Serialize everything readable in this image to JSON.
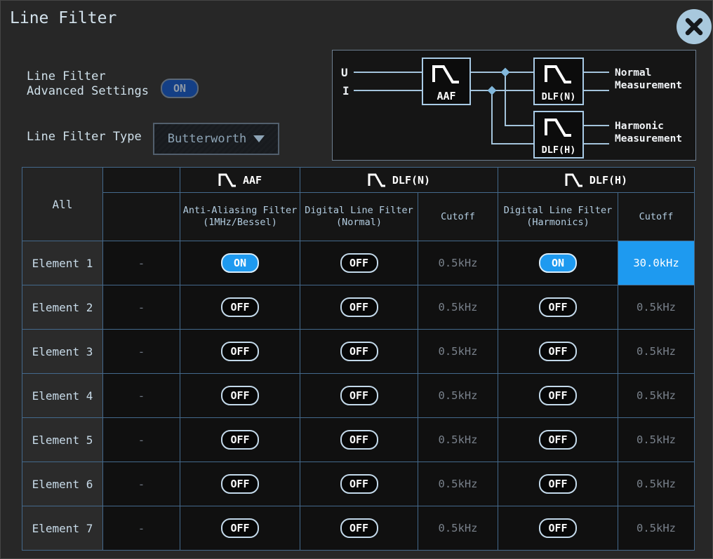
{
  "dialog": {
    "title": "Line Filter"
  },
  "icons": {
    "close": "circle-x",
    "dropdown": "triangle-down",
    "filter": "lowpass-curve"
  },
  "colors": {
    "accent_blue": "#1e9af0",
    "selected_cell_bg": "#1e9af0",
    "toggle_on_dim_bg": "#143f86",
    "table_border": "#44698c",
    "dim_text": "#79818b"
  },
  "settings": {
    "advanced": {
      "label_line1": "Line Filter",
      "label_line2": "Advanced Settings",
      "toggle_value": "ON"
    },
    "filter_type": {
      "label": "Line Filter Type",
      "value": "Butterworth"
    }
  },
  "diagram": {
    "u_label": "U",
    "i_label": "I",
    "aaf_label": "AAF",
    "dlfn_label": "DLF(N)",
    "dlfh_label": "DLF(H)",
    "normal_label_line1": "Normal",
    "normal_label_line2": "Measurement",
    "harmonic_label_line1": "Harmonic",
    "harmonic_label_line2": "Measurement"
  },
  "table": {
    "corner_label": "All",
    "group_aaf": "AAF",
    "group_dlfn": "DLF(N)",
    "group_dlfh": "DLF(H)",
    "sub_aaf_line1": "Anti-Aliasing Filter",
    "sub_aaf_line2": "(1MHz/Bessel)",
    "sub_dlfn_line1": "Digital Line Filter",
    "sub_dlfn_line2": "(Normal)",
    "sub_cutoff_n": "Cutoff",
    "sub_dlfh_line1": "Digital Line Filter",
    "sub_dlfh_line2": "(Harmonics)",
    "sub_cutoff_h": "Cutoff",
    "rows": [
      {
        "label": "Element 1",
        "dash": "-",
        "aaf": "ON",
        "dlf_normal": "OFF",
        "cutoff_normal": "0.5kHz",
        "dlf_harmonics": "ON",
        "cutoff_harmonics": "30.0kHz",
        "cutoff_harmonics_selected": true
      },
      {
        "label": "Element 2",
        "dash": "-",
        "aaf": "OFF",
        "dlf_normal": "OFF",
        "cutoff_normal": "0.5kHz",
        "dlf_harmonics": "OFF",
        "cutoff_harmonics": "0.5kHz",
        "cutoff_harmonics_selected": false
      },
      {
        "label": "Element 3",
        "dash": "-",
        "aaf": "OFF",
        "dlf_normal": "OFF",
        "cutoff_normal": "0.5kHz",
        "dlf_harmonics": "OFF",
        "cutoff_harmonics": "0.5kHz",
        "cutoff_harmonics_selected": false
      },
      {
        "label": "Element 4",
        "dash": "-",
        "aaf": "OFF",
        "dlf_normal": "OFF",
        "cutoff_normal": "0.5kHz",
        "dlf_harmonics": "OFF",
        "cutoff_harmonics": "0.5kHz",
        "cutoff_harmonics_selected": false
      },
      {
        "label": "Element 5",
        "dash": "-",
        "aaf": "OFF",
        "dlf_normal": "OFF",
        "cutoff_normal": "0.5kHz",
        "dlf_harmonics": "OFF",
        "cutoff_harmonics": "0.5kHz",
        "cutoff_harmonics_selected": false
      },
      {
        "label": "Element 6",
        "dash": "-",
        "aaf": "OFF",
        "dlf_normal": "OFF",
        "cutoff_normal": "0.5kHz",
        "dlf_harmonics": "OFF",
        "cutoff_harmonics": "0.5kHz",
        "cutoff_harmonics_selected": false
      },
      {
        "label": "Element 7",
        "dash": "-",
        "aaf": "OFF",
        "dlf_normal": "OFF",
        "cutoff_normal": "0.5kHz",
        "dlf_harmonics": "OFF",
        "cutoff_harmonics": "0.5kHz",
        "cutoff_harmonics_selected": false
      }
    ]
  }
}
